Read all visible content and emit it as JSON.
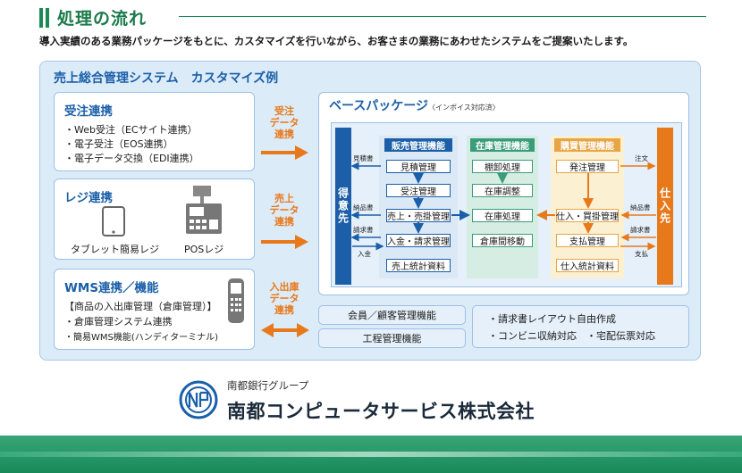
{
  "header": {
    "title": "処理の流れ",
    "intro": "導入実績のある業務パッケージをもとに、カスタマイズを行いながら、お客さまの業務にあわせたシステムをご提案いたします。"
  },
  "panel": {
    "title": "売上総合管理システム　カスタマイズ例"
  },
  "order_box": {
    "title": "受注連携",
    "items": [
      "・Web受注（ECサイト連携）",
      "・電子受注（EOS連携）",
      "・電子データ交換（EDI連携）"
    ]
  },
  "register_box": {
    "title": "レジ連携",
    "tablet_label": "タブレット簡易レジ",
    "pos_label": "POSレジ"
  },
  "wms_box": {
    "title": "WMS連携／機能",
    "items": [
      "【商品の入出庫管理（倉庫管理）】",
      "・倉庫管理システム連携",
      "・簡易WMS機能(ハンディターミナル)"
    ]
  },
  "arrows": {
    "order": [
      "受注",
      "データ",
      "連携"
    ],
    "sales": [
      "売上",
      "データ",
      "連携"
    ],
    "stock": [
      "入出庫",
      "データ",
      "連携"
    ]
  },
  "base": {
    "title": "ベースパッケージ",
    "subtitle": "〈インボイス対応済〉",
    "customer": "得意先",
    "supplier": "仕入先",
    "left_labels": [
      "見積書",
      "納品書",
      "請求書",
      "入金"
    ],
    "right_labels": [
      "注文",
      "納品書",
      "請求書",
      "支払"
    ],
    "sales": {
      "head": "販売管理機能",
      "cells": [
        "見積管理",
        "受注管理",
        "売上・売掛管理",
        "入金・請求管理",
        "売上統計資料"
      ]
    },
    "stock": {
      "head": "在庫管理機能",
      "cells": [
        "棚卸処理",
        "在庫調整",
        "在庫処理",
        "倉庫間移動"
      ]
    },
    "purchase": {
      "head": "購買管理機能",
      "cells": [
        "発注管理",
        "仕入・買掛管理",
        "支払管理",
        "仕入統計資料"
      ]
    }
  },
  "bottom": {
    "member": "会員／顧客管理機能",
    "process": "工程管理機能",
    "options": [
      "・請求書レイアウト自由作成",
      "・コンビニ収納対応　・宅配伝票対応"
    ]
  },
  "footer": {
    "group": "南都銀行グループ",
    "company": "南都コンピュータサービス株式会社"
  },
  "colors": {
    "green": "#1a8a55",
    "blue": "#1b5fa8",
    "orange": "#e8791b",
    "teal": "#3a9c7a",
    "gold": "#e8a545"
  }
}
